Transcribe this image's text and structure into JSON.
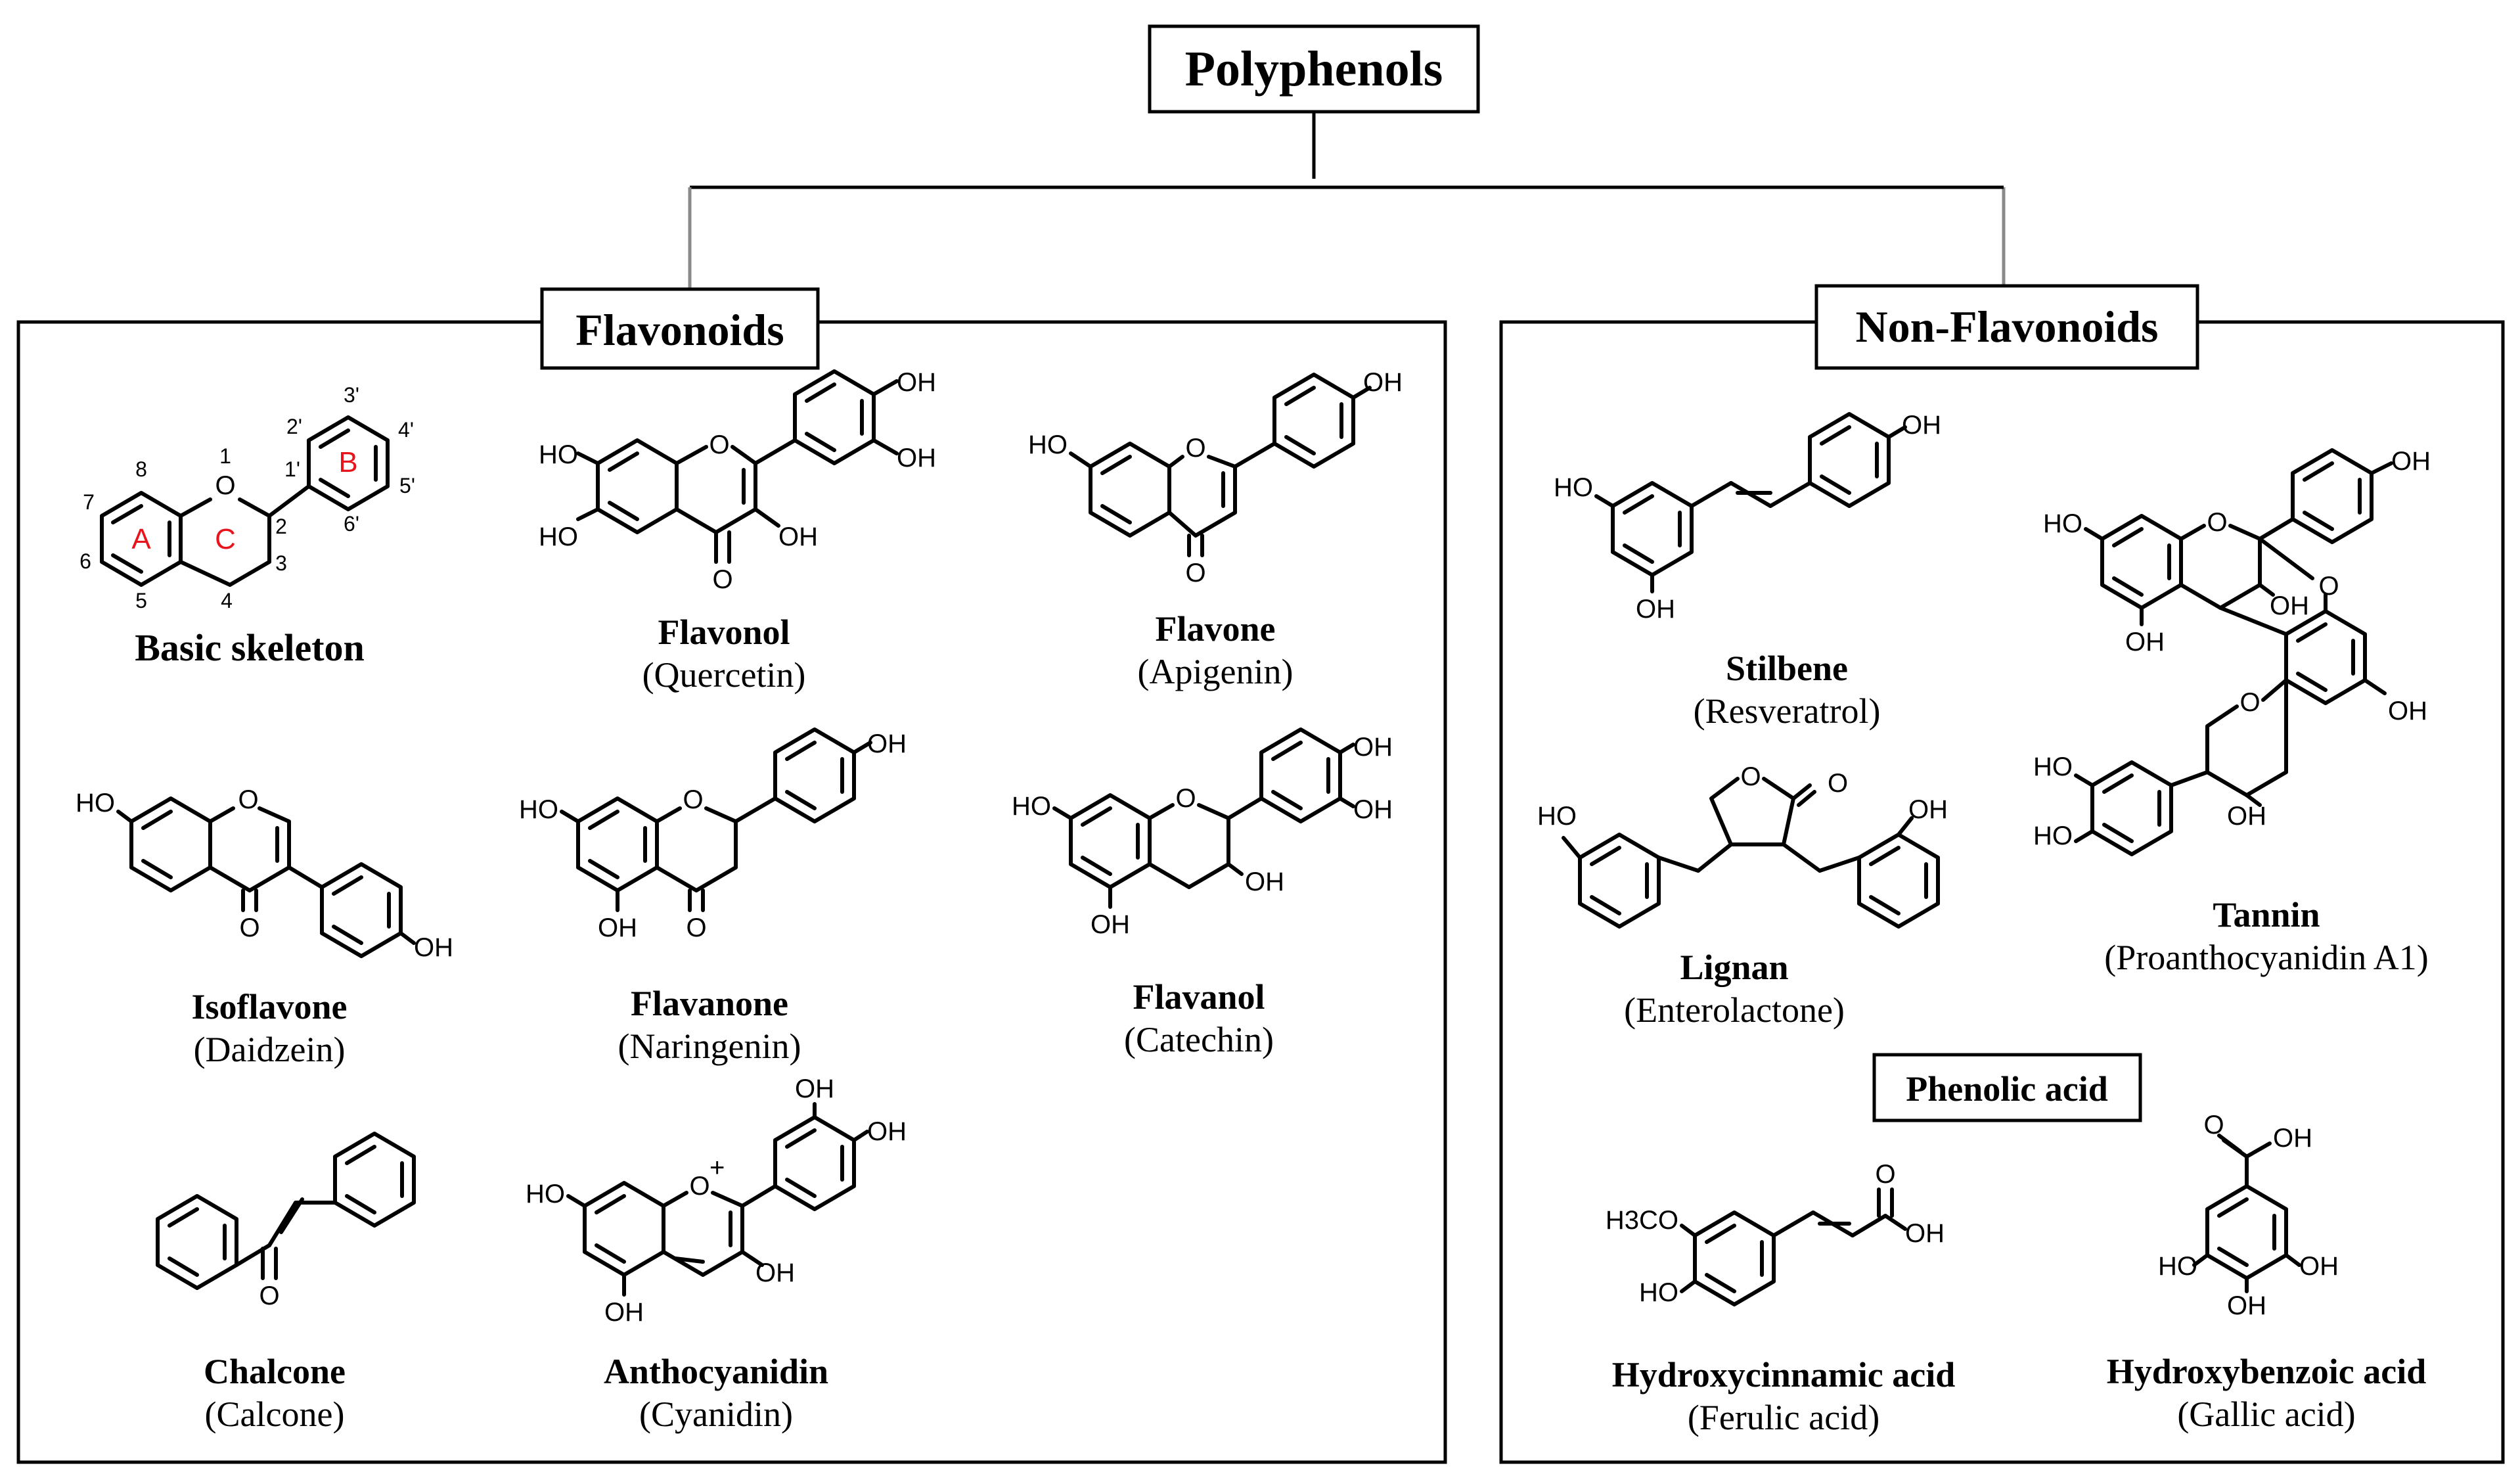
{
  "root": {
    "label": "Polyphenols"
  },
  "flavonoids": {
    "label": "Flavonoids",
    "skeleton": {
      "title": "Basic skeleton",
      "rings": [
        "A",
        "B",
        "C"
      ],
      "positions": [
        "1",
        "2",
        "3",
        "4",
        "5",
        "6",
        "7",
        "8",
        "1'",
        "2'",
        "3'",
        "4'",
        "5'",
        "6'"
      ]
    },
    "compounds": [
      {
        "class": "Flavonol",
        "example": "(Quercetin)"
      },
      {
        "class": "Flavone",
        "example": "(Apigenin)"
      },
      {
        "class": "Isoflavone",
        "example": "(Daidzein)"
      },
      {
        "class": "Flavanone",
        "example": "(Naringenin)"
      },
      {
        "class": "Flavanol",
        "example": "(Catechin)"
      },
      {
        "class": "Chalcone",
        "example": "(Calcone)"
      },
      {
        "class": "Anthocyanidin",
        "example": "(Cyanidin)"
      }
    ]
  },
  "non_flavonoids": {
    "label": "Non-Flavonoids",
    "compounds": [
      {
        "class": "Stilbene",
        "example": "(Resveratrol)"
      },
      {
        "class": "Tannin",
        "example": "(Proanthocyanidin A1)"
      },
      {
        "class": "Lignan",
        "example": "(Enterolactone)"
      }
    ],
    "phenolic_acid": {
      "label": "Phenolic acid",
      "compounds": [
        {
          "class": "Hydroxycinnamic acid",
          "example": "(Ferulic acid)"
        },
        {
          "class": "Hydroxybenzoic acid",
          "example": "(Gallic acid)"
        }
      ]
    }
  },
  "atoms": {
    "oh": "OH",
    "ho": "HO",
    "o": "O",
    "h3co": "H3CO",
    "plus": "+"
  }
}
